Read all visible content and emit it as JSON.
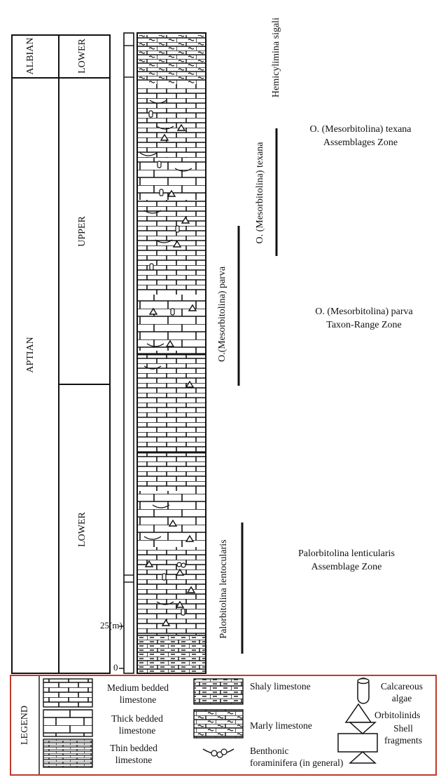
{
  "chronostratigraphy": {
    "stages": [
      "ALBIAN",
      "APTIAN"
    ],
    "substages": [
      "LOWER",
      "UPPER",
      "LOWER"
    ]
  },
  "scale": {
    "top_label": "25(m)",
    "bottom_label": "0"
  },
  "taxa": [
    "Hemicylimina sigali",
    "O. (Mesorbitolina) texana",
    "O.(Mesorbitolina) parva",
    "Palorbitolina lentocularis"
  ],
  "zones": [
    {
      "line1": "O. (Mesorbitolina) texana",
      "line2": "Assemblages Zone"
    },
    {
      "line1": "O. (Mesorbitolina) parva",
      "line2": "Taxon-Range Zone"
    },
    {
      "line1": "Palorbitolina lenticularis",
      "line2": "Assemblage Zone"
    }
  ],
  "legend": {
    "title": "LEGEND",
    "items": {
      "medium_bedded": [
        "Medium bedded",
        "limestone"
      ],
      "thick_bedded": [
        "Thick bedded",
        "limestone"
      ],
      "thin_bedded": [
        "Thin bedded",
        "limestone"
      ],
      "shaly": "Shaly limestone",
      "marly": "Marly limestone",
      "benthonic": [
        "Benthonic",
        "foraminifera (in general)"
      ],
      "calcareous_algae": [
        "Calcareous",
        "algae"
      ],
      "orbitolinids": "Orbitolinids",
      "shell_fragments": [
        "Shell",
        "fragments"
      ]
    },
    "border_color": "#c0392b"
  }
}
